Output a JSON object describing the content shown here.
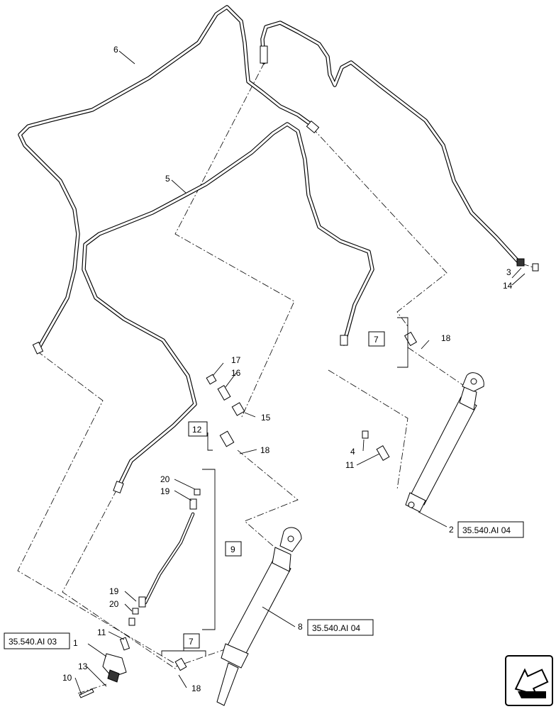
{
  "callouts": {
    "c1": "1",
    "c2": "2",
    "c3": "3",
    "c4": "4",
    "c5": "5",
    "c6": "6",
    "c8": "8",
    "c10": "10",
    "c11a": "11",
    "c11b": "11",
    "c13": "13",
    "c14": "14",
    "c15": "15",
    "c16": "16",
    "c17": "17",
    "c18a": "18",
    "c18b": "18",
    "c18c": "18",
    "c19a": "19",
    "c19b": "19",
    "c20a": "20",
    "c20b": "20"
  },
  "boxed": {
    "b7a": "7",
    "b7b": "7",
    "b9": "9",
    "b12": "12",
    "ref2": "35.540.AI 04",
    "ref8": "35.540.AI 04",
    "ref1": "35.540.AI 03"
  },
  "icons": {
    "nav": "arrow-navigation-icon"
  }
}
